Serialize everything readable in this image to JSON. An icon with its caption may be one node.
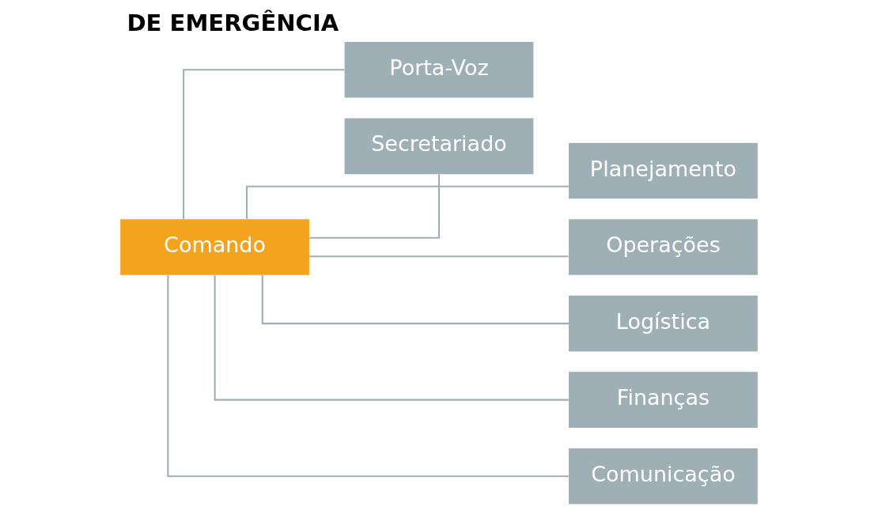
{
  "diagram": {
    "title": "DE EMERGÊNCIA",
    "nodes": [
      {
        "text": [
          "Comando"
        ]
      },
      {
        "text": [
          "Porta-Voz"
        ]
      },
      {
        "text": [
          "Secretariado"
        ]
      },
      {
        "text": [
          "Planejamento"
        ]
      },
      {
        "text": [
          "Operações"
        ]
      },
      {
        "text": [
          "Logística"
        ]
      },
      {
        "text": [
          "Finanças"
        ]
      },
      {
        "text": [
          "Comunicação"
        ]
      }
    ],
    "edges": [
      {
        "from": 0,
        "to": 1,
        "arrow": "none"
      },
      {
        "from": 0,
        "to": 2,
        "arrow": "none"
      },
      {
        "from": 0,
        "to": 3,
        "arrow": "none"
      },
      {
        "from": 0,
        "to": 4,
        "arrow": "none"
      },
      {
        "from": 0,
        "to": 5,
        "arrow": "none"
      },
      {
        "from": 0,
        "to": 6,
        "arrow": "none"
      },
      {
        "from": 0,
        "to": 7,
        "arrow": "none"
      }
    ]
  }
}
